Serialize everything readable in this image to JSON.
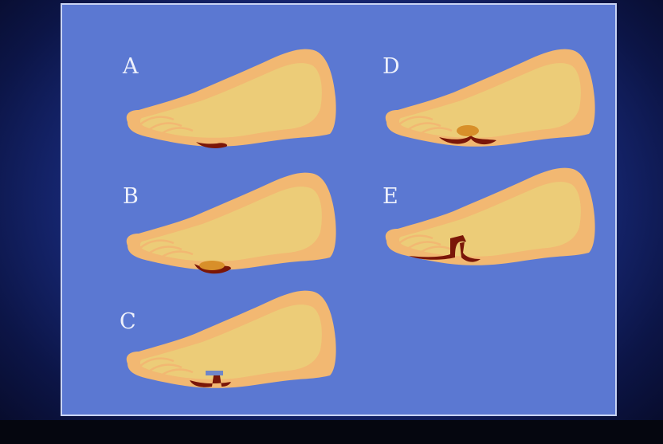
{
  "panels": [
    {
      "letter": "A",
      "variant": "A"
    },
    {
      "letter": "B",
      "variant": "B"
    },
    {
      "letter": "C",
      "variant": "C"
    },
    {
      "letter": "D",
      "variant": "D"
    },
    {
      "letter": "E",
      "variant": "E"
    }
  ],
  "colors": {
    "slide_background": "#5b78d2",
    "foot_skin": "#f2b872",
    "foot_bone": "#ead27a",
    "lesion": "#7a1608",
    "lesion_highlight": "#d88f2a",
    "label_text": "#eef1fb"
  }
}
